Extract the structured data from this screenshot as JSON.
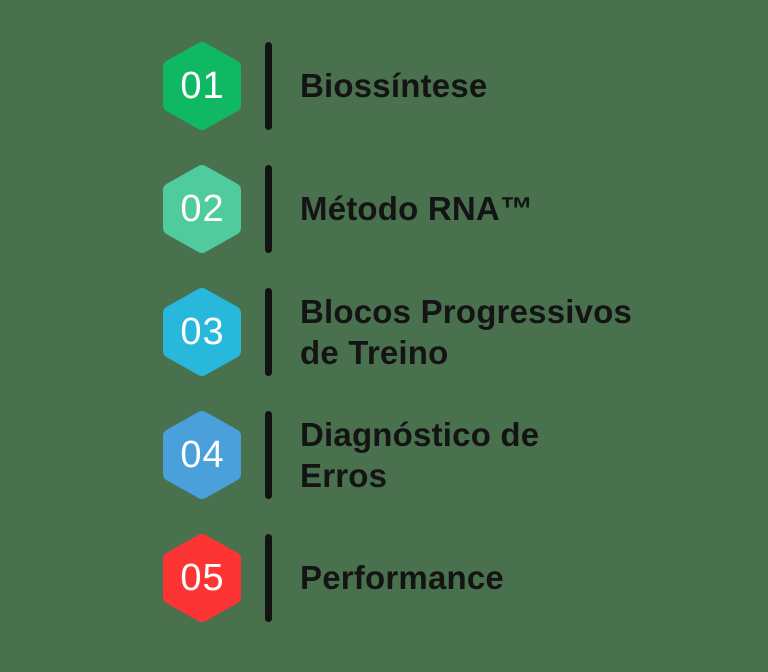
{
  "canvas": {
    "background_color": "#49714e"
  },
  "style": {
    "text_color": "#141414",
    "divider_color": "#121212",
    "number_color": "#ffffff"
  },
  "items": [
    {
      "number": "01",
      "label": "Biossíntese",
      "color": "#10b863"
    },
    {
      "number": "02",
      "label": "Método RNA™",
      "color": "#4fcb9d"
    },
    {
      "number": "03",
      "label": "Blocos Progressivos\nde Treino",
      "color": "#27b8dc"
    },
    {
      "number": "04",
      "label": "Diagnóstico de\nErros",
      "color": "#49a0da"
    },
    {
      "number": "05",
      "label": "Performance",
      "color": "#fc3434"
    }
  ]
}
